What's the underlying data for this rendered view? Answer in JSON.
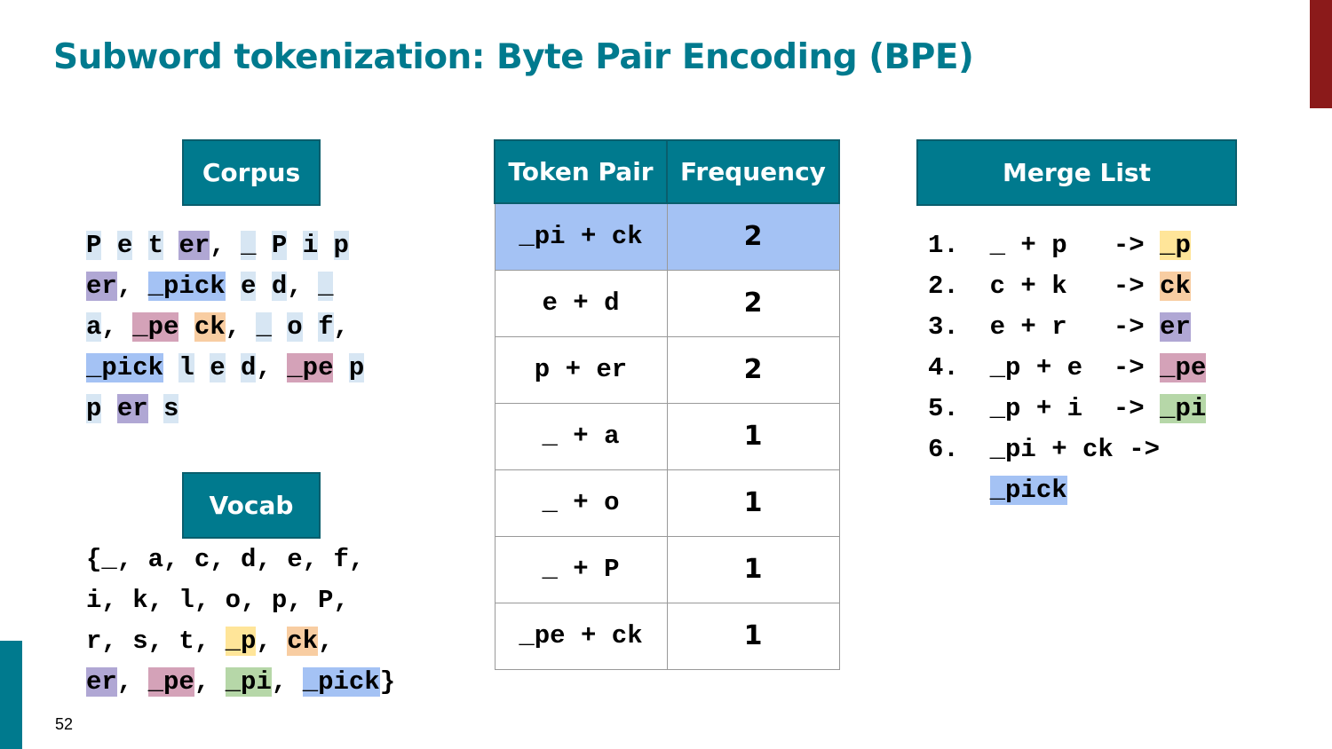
{
  "title": "Subword tokenization: Byte Pair Encoding (BPE)",
  "page_number": "52",
  "colors": {
    "accent": "#007A8E",
    "corner": "#8B1A1A",
    "hl_none": "#d7e6f3",
    "hl_p": "#ffe599",
    "hl_ck": "#f8cda2",
    "hl_er": "#b0a7d4",
    "hl_pe": "#d4a2b8",
    "hl_pi": "#b6d7a8",
    "hl_pick": "#a4c2f4"
  },
  "corpus": {
    "header": "Corpus",
    "lines": [
      [
        {
          "t": "P",
          "hl": "none"
        },
        {
          "t": " "
        },
        {
          "t": "e",
          "hl": "none"
        },
        {
          "t": " "
        },
        {
          "t": "t",
          "hl": "none"
        },
        {
          "t": " "
        },
        {
          "t": "er",
          "hl": "er"
        },
        {
          "t": ", "
        },
        {
          "t": "_",
          "hl": "none"
        },
        {
          "t": " "
        },
        {
          "t": "P",
          "hl": "none"
        },
        {
          "t": " "
        },
        {
          "t": "i",
          "hl": "none"
        },
        {
          "t": " "
        },
        {
          "t": "p",
          "hl": "none"
        }
      ],
      [
        {
          "t": "er",
          "hl": "er"
        },
        {
          "t": ", "
        },
        {
          "t": "_pick",
          "hl": "pick"
        },
        {
          "t": " "
        },
        {
          "t": "e",
          "hl": "none"
        },
        {
          "t": " "
        },
        {
          "t": "d",
          "hl": "none"
        },
        {
          "t": ", "
        },
        {
          "t": "_",
          "hl": "none"
        }
      ],
      [
        {
          "t": "a",
          "hl": "none"
        },
        {
          "t": ", "
        },
        {
          "t": "_pe",
          "hl": "pe"
        },
        {
          "t": " "
        },
        {
          "t": "ck",
          "hl": "ck"
        },
        {
          "t": ", "
        },
        {
          "t": "_",
          "hl": "none"
        },
        {
          "t": " "
        },
        {
          "t": "o",
          "hl": "none"
        },
        {
          "t": " "
        },
        {
          "t": "f",
          "hl": "none"
        },
        {
          "t": ","
        }
      ],
      [
        {
          "t": "_pick",
          "hl": "pick"
        },
        {
          "t": " "
        },
        {
          "t": "l",
          "hl": "none"
        },
        {
          "t": " "
        },
        {
          "t": "e",
          "hl": "none"
        },
        {
          "t": " "
        },
        {
          "t": "d",
          "hl": "none"
        },
        {
          "t": ", "
        },
        {
          "t": "_pe",
          "hl": "pe"
        },
        {
          "t": " "
        },
        {
          "t": "p",
          "hl": "none"
        }
      ],
      [
        {
          "t": "p",
          "hl": "none"
        },
        {
          "t": " "
        },
        {
          "t": "er",
          "hl": "er"
        },
        {
          "t": " "
        },
        {
          "t": "s",
          "hl": "none"
        }
      ]
    ]
  },
  "vocab": {
    "header": "Vocab",
    "lines": [
      [
        {
          "t": "{_, a, c, d, e, f,"
        }
      ],
      [
        {
          "t": "i, k, l, o, p, P,"
        }
      ],
      [
        {
          "t": "r, s, t, "
        },
        {
          "t": "_p",
          "hl": "p"
        },
        {
          "t": ", "
        },
        {
          "t": "ck",
          "hl": "ck"
        },
        {
          "t": ","
        }
      ],
      [
        {
          "t": "er",
          "hl": "er"
        },
        {
          "t": ", "
        },
        {
          "t": "_pe",
          "hl": "pe"
        },
        {
          "t": ", "
        },
        {
          "t": "_pi",
          "hl": "pi"
        },
        {
          "t": ", "
        },
        {
          "t": "_pick",
          "hl": "pick"
        },
        {
          "t": "}"
        }
      ]
    ]
  },
  "pair_table": {
    "headers": [
      "Token Pair",
      "Frequency"
    ],
    "rows": [
      {
        "pair": "_pi + ck",
        "freq": "2"
      },
      {
        "pair": "e + d",
        "freq": "2"
      },
      {
        "pair": "p + er",
        "freq": "2"
      },
      {
        "pair": "_ + a",
        "freq": "1"
      },
      {
        "pair": "_ + o",
        "freq": "1"
      },
      {
        "pair": "_ + P",
        "freq": "1"
      },
      {
        "pair": "_pe + ck",
        "freq": "1"
      }
    ]
  },
  "merge_list": {
    "header": "Merge List",
    "lines": [
      [
        {
          "t": "1.  _ + p   -> "
        },
        {
          "t": "_p",
          "hl": "p"
        }
      ],
      [
        {
          "t": "2.  c + k   -> "
        },
        {
          "t": "ck",
          "hl": "ck"
        }
      ],
      [
        {
          "t": "3.  e + r   -> "
        },
        {
          "t": "er",
          "hl": "er"
        }
      ],
      [
        {
          "t": "4.  _p + e  -> "
        },
        {
          "t": "_pe",
          "hl": "pe"
        }
      ],
      [
        {
          "t": "5.  _p + i  -> "
        },
        {
          "t": "_pi",
          "hl": "pi"
        }
      ],
      [
        {
          "t": "6.  _pi + ck ->"
        }
      ],
      [
        {
          "t": "    "
        },
        {
          "t": "_pick",
          "hl": "pick"
        }
      ]
    ]
  }
}
